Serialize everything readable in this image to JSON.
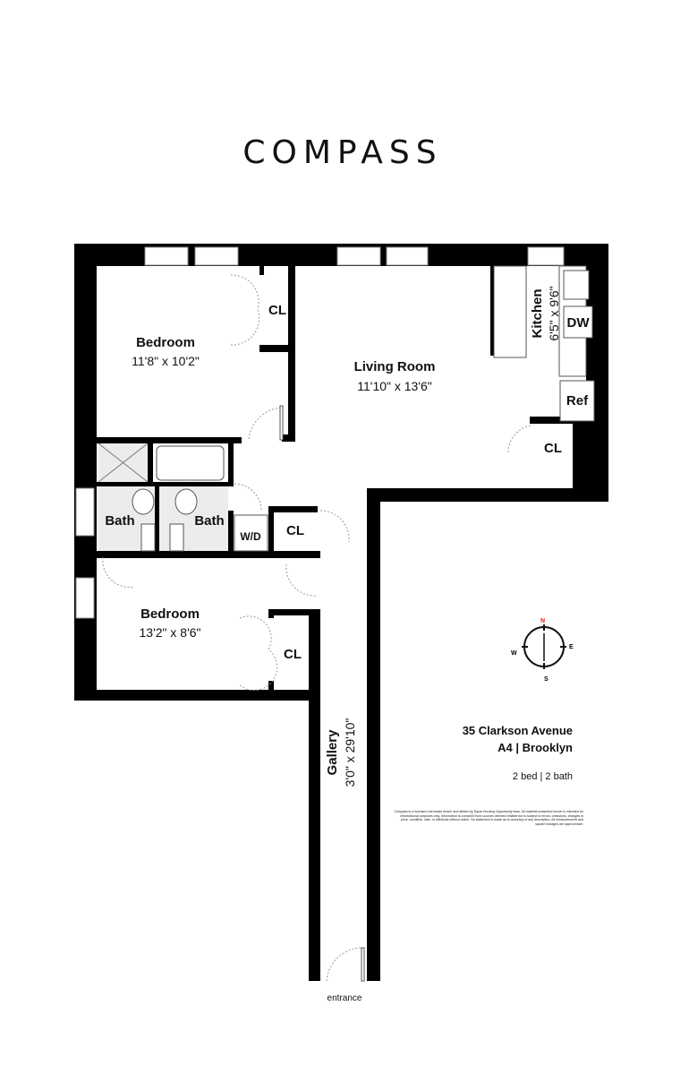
{
  "brand": {
    "logo_text": "COMPASS"
  },
  "rooms": {
    "bedroom1": {
      "name": "Bedroom",
      "size": "11'8\" x 10'2\""
    },
    "living": {
      "name": "Living Room",
      "size": "11'10\" x 13'6\""
    },
    "kitchen": {
      "name": "Kitchen",
      "size": "6'5\" x 9'6\""
    },
    "bedroom2": {
      "name": "Bedroom",
      "size": "13'2\" x 8'6\""
    },
    "gallery": {
      "name": "Gallery",
      "size": "3'0\" x 29'10\""
    },
    "bath1": {
      "name": "Bath"
    },
    "bath2": {
      "name": "Bath"
    }
  },
  "fixtures": {
    "closet": "CL",
    "dishwasher": "DW",
    "fridge": "Ref",
    "washer_dryer": "W/D"
  },
  "entrance": "entrance",
  "compass": {
    "n": "N",
    "e": "E",
    "s": "S",
    "w": "W",
    "north_color": "#e02020"
  },
  "listing": {
    "address": "35 Clarkson Avenue",
    "unit": "A4 | Brooklyn",
    "summary": "2 bed | 2 bath"
  },
  "disclaimer": "Compass is a licensed real estate broker and abides by Equal Housing Opportunity laws. All material presented herein is intended for informational purposes only. Information is compiled from sources deemed reliable but is subject to errors, omissions, changes in price, condition, sale, or withdraw without notice. No statement is made as to accuracy of any description. All measurements and square footages are approximate."
}
